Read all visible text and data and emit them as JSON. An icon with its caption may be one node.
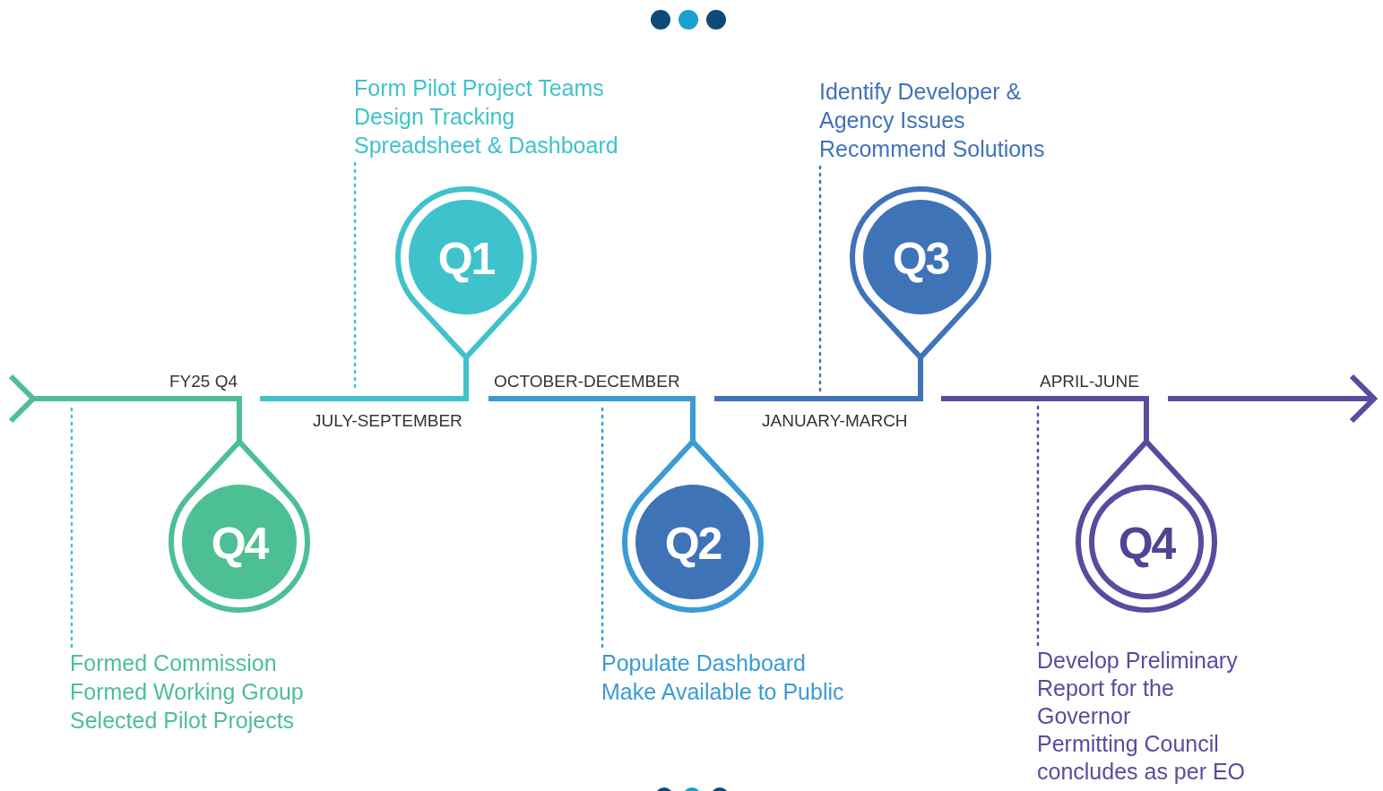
{
  "diagram": {
    "nodes": [
      {
        "text": [
          "Q4"
        ]
      },
      {
        "text": [
          "Formed Commission",
          "Formed Working Group",
          "Selected Pilot Projects"
        ]
      },
      {
        "text": [
          "Form Pilot Project Teams",
          "Design Tracking Spreadsheet & Dashboard"
        ]
      },
      {
        "text": [
          "Q1"
        ]
      },
      {
        "text": [
          "Q2"
        ]
      },
      {
        "text": [
          "Populate Dashboard",
          "Make Available to Public"
        ]
      },
      {
        "text": [
          "Identify Developer & Agency Issues",
          "Recommend Solutions"
        ]
      },
      {
        "text": [
          "Q3"
        ]
      },
      {
        "text": [
          "Q4"
        ]
      },
      {
        "text": [
          "Develop Preliminary Report for the Governor",
          "Permitting Council concludes as per EO"
        ]
      }
    ],
    "edges": [
      {
        "from": 1,
        "to": null,
        "arrow": "none",
        "style": "dashed",
        "color": "#40c2cc"
      },
      {
        "from": 2,
        "to": null,
        "arrow": "none",
        "style": "dashed",
        "color": "#40c2cc"
      },
      {
        "from": 5,
        "to": null,
        "arrow": "none",
        "style": "dashed",
        "color": "#3a9bd5"
      },
      {
        "from": 6,
        "to": null,
        "arrow": "none",
        "style": "dashed",
        "color": "#3f73b8"
      },
      {
        "from": 9,
        "to": null,
        "arrow": "none",
        "style": "dashed",
        "color": "#5b4a9f"
      }
    ],
    "labels": [
      "FY25 Q4",
      "JULY-SEPTEMBER",
      "OCTOBER-DECEMBER",
      "JANUARY-MARCH",
      "APRIL-JUNE"
    ]
  }
}
